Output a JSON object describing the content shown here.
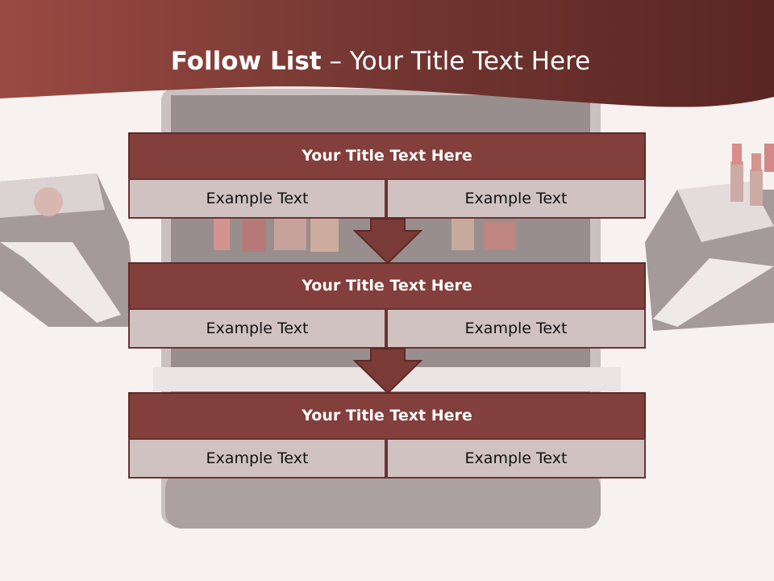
{
  "title": {
    "bold": "Follow List",
    "rest": " – Your Title Text Here"
  },
  "steps": [
    {
      "title": "Your Title Text Here",
      "left": "Example Text",
      "right": "Example Text"
    },
    {
      "title": "Your Title Text Here",
      "left": "Example Text",
      "right": "Example Text"
    },
    {
      "title": "Your Title Text Here",
      "left": "Example Text",
      "right": "Example Text"
    }
  ],
  "colors": {
    "banner": "#823f3b",
    "header": "#823f3b",
    "cell": "#d0c2c1",
    "background": "#f7f1f0"
  }
}
